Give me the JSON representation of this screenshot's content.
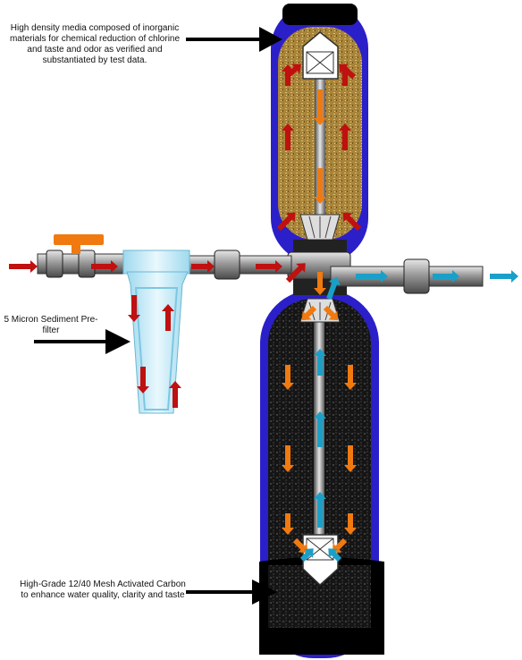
{
  "callouts": {
    "top_media": "High density media composed of inorganic materials for chemical reduction of chlorine and taste and odor as verified and substantiated by test data.",
    "prefilter": "5 Micron Sediment Pre-filter",
    "carbon": "High-Grade 12/40 Mesh Activated Carbon to enhance water quality, clarity and taste"
  },
  "colors": {
    "tank_shell": "#2b1fc9",
    "tank_cap": "#000000",
    "top_media": "#b08a3a",
    "carbon_media": "#1a1a1a",
    "flow_in": "#c01010",
    "flow_mid": "#f07a10",
    "flow_out": "#1aa0c8",
    "pipe": "#888888",
    "valve_handle": "#f07a10",
    "prefilter_housing": "#bfe8f5"
  },
  "icons": [
    "inlet-arrow-icon",
    "shutoff-valve-icon",
    "pointer-arrow-icon",
    "distributor-basket-icon"
  ]
}
